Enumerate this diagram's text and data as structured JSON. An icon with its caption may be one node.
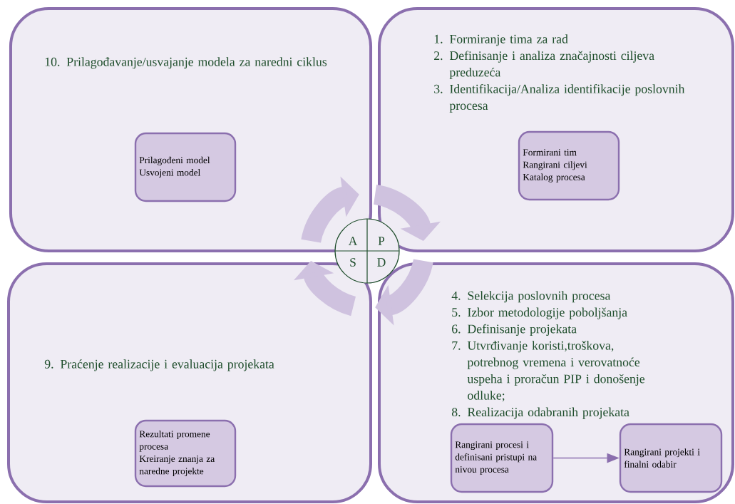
{
  "diagram": {
    "nodes": [
      {
        "text": [
          "10. Prilagođavanje/usvajanje modela za naredni ciklus"
        ]
      },
      {
        "text": [
          "Prilagođeni model",
          "Usvojeni model"
        ],
        "in": 0
      },
      {
        "text": [
          "1. Formiranje tima za rad",
          "2. Definisanje i analiza značajnosti ciljeva preduzeća",
          "3. Identifikacija/Analiza identifikacije poslovnih procesa"
        ]
      },
      {
        "text": [
          "Formirani tim",
          "Rangirani ciljevi",
          "Katalog procesa"
        ],
        "in": 2
      },
      {
        "text": [
          "9. Praćenje realizacije i evaluacija projekata"
        ]
      },
      {
        "text": [
          "Rezultati promene procesa",
          "Kreiranje znanja za naredne projekte"
        ],
        "in": 4
      },
      {
        "text": [
          "4. Selekcija poslovnih procesa",
          "5. Izbor metodologije poboljšanja",
          "6. Definisanje projekata",
          "7. Utvrđivanje koristi,troškova, potrebnog vremena i verovatnoće uspeha i proračun PIP i donošenje odluke;",
          "8. Realizacija odabranih projekata"
        ]
      },
      {
        "text": [
          "Rangirani procesi i definisani pristupi na nivou procesa"
        ],
        "in": 6
      },
      {
        "text": [
          "Rangirani projekti i finalni odabir"
        ],
        "in": 6
      },
      {
        "text": [
          "A",
          "P",
          "S",
          "D"
        ]
      }
    ],
    "edges": [
      {
        "from": 7,
        "to": 8,
        "arrow": "to"
      }
    ]
  }
}
